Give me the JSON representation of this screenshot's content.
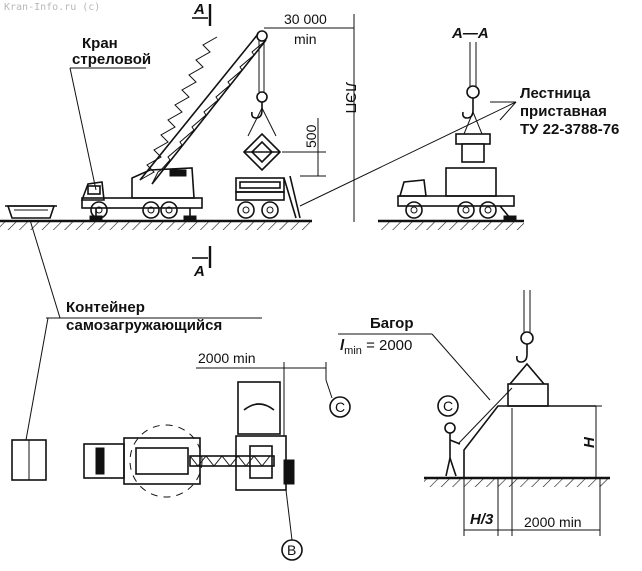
{
  "watermark": "Kran-Info.ru (c)",
  "section_marker_top": "A",
  "section_marker_bottom": "A",
  "section_title": "A—A",
  "crane_label_line1": "Кран",
  "crane_label_line2": "стреловой",
  "dim_30000_value": "30 000",
  "dim_30000_unit": "min",
  "power_line_label": "ЛЭП",
  "dim_500": "500",
  "ladder_label_line1": "Лестница",
  "ladder_label_line2": "приставная",
  "ladder_label_line3": "ТУ 22-3788-76",
  "container_label_line1": "Контейнер",
  "container_label_line2": "самозагружающийся",
  "dim_2000_top": "2000 min",
  "marker_c_plan": "C",
  "marker_b_plan": "B",
  "hook_label": "Багор",
  "hook_length_symbol": "l",
  "hook_length_sub": "min",
  "hook_length_value": " = 2000",
  "marker_c_side": "C",
  "dim_h": "H",
  "dim_h3": "H/3",
  "dim_2000_bottom": "2000 min"
}
